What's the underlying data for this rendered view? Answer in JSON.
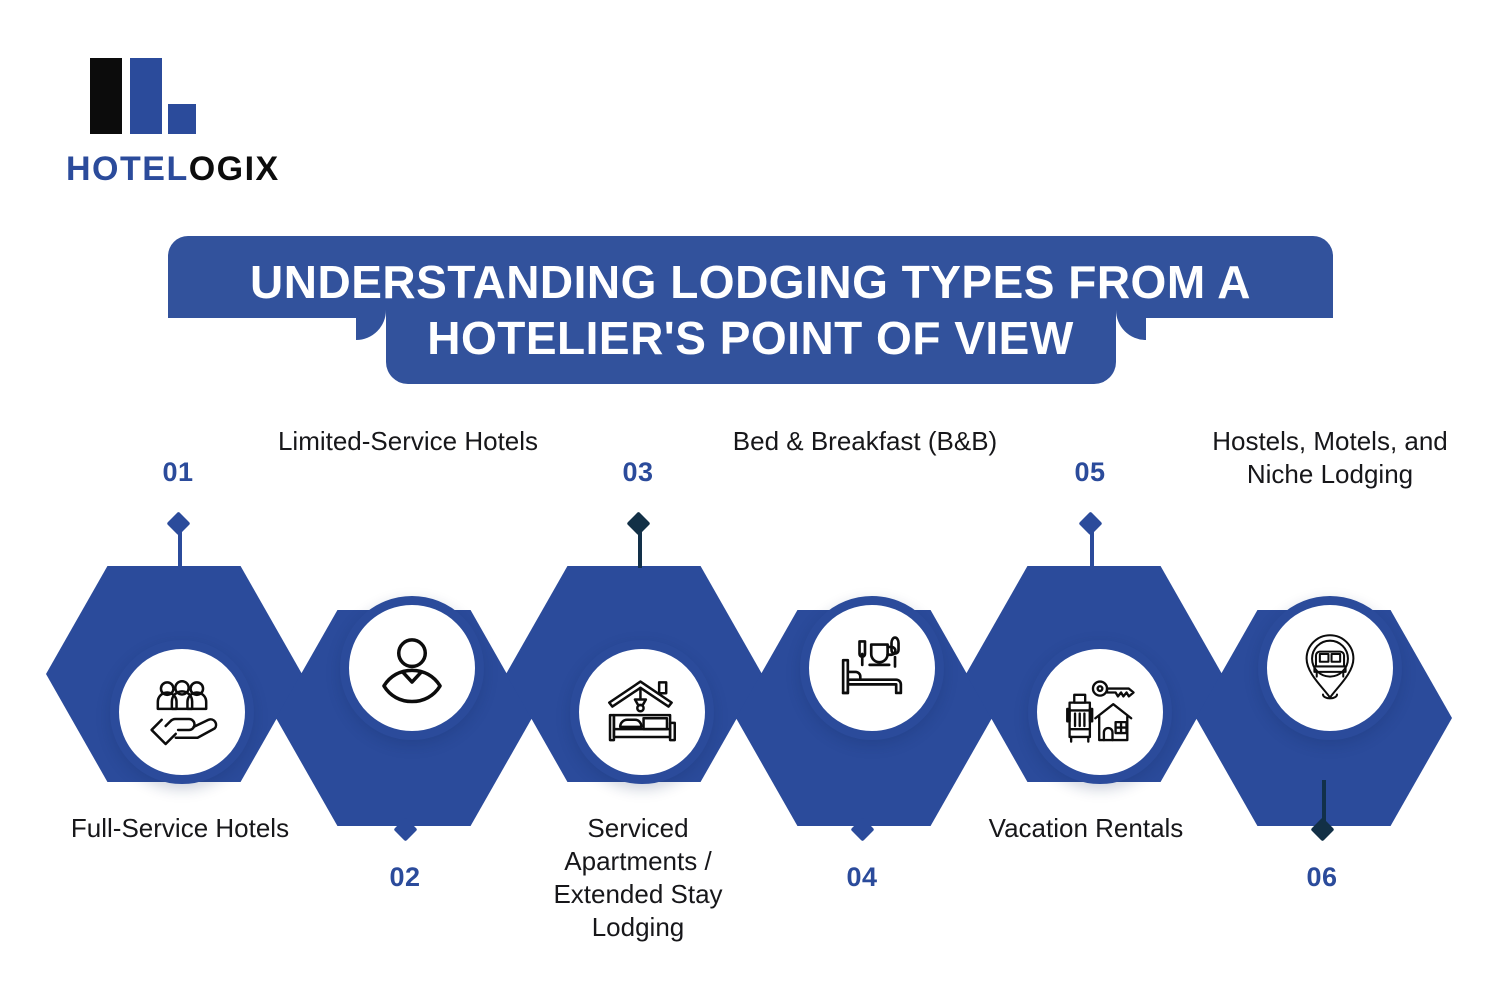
{
  "brand": {
    "logo_text_primary": "HOTEL",
    "logo_text_secondary": "OGIX",
    "logo_icon": "bar-chart-logo-icon",
    "accent_blue": "#2b4b9b",
    "banner_blue": "#32529c",
    "text_dark": "#17171a"
  },
  "banner": {
    "line1": "UNDERSTANDING LODGING TYPES FROM A",
    "line2": "HOTELIER'S POINT OF VIEW"
  },
  "steps": [
    {
      "number": "01",
      "label": "Full-Service Hotels",
      "icon": "hand-holding-people-icon",
      "number_position": "top",
      "label_position": "bottom"
    },
    {
      "number": "02",
      "label": "Limited-Service Hotels",
      "icon": "person-avatar-icon",
      "number_position": "bottom",
      "label_position": "top"
    },
    {
      "number": "03",
      "label": "Serviced Apartments / Extended Stay Lodging",
      "icon": "house-roof-bed-icon",
      "number_position": "top",
      "label_position": "bottom"
    },
    {
      "number": "04",
      "label": "Bed & Breakfast (B&B)",
      "icon": "bed-coffee-cutlery-icon",
      "number_position": "bottom",
      "label_position": "top"
    },
    {
      "number": "05",
      "label": "Vacation Rentals",
      "icon": "suitcase-key-house-icon",
      "number_position": "top",
      "label_position": "bottom"
    },
    {
      "number": "06",
      "label": "Hostels, Motels, and Niche Lodging",
      "icon": "map-pin-bed-icon",
      "number_position": "bottom",
      "label_position": "top"
    }
  ]
}
